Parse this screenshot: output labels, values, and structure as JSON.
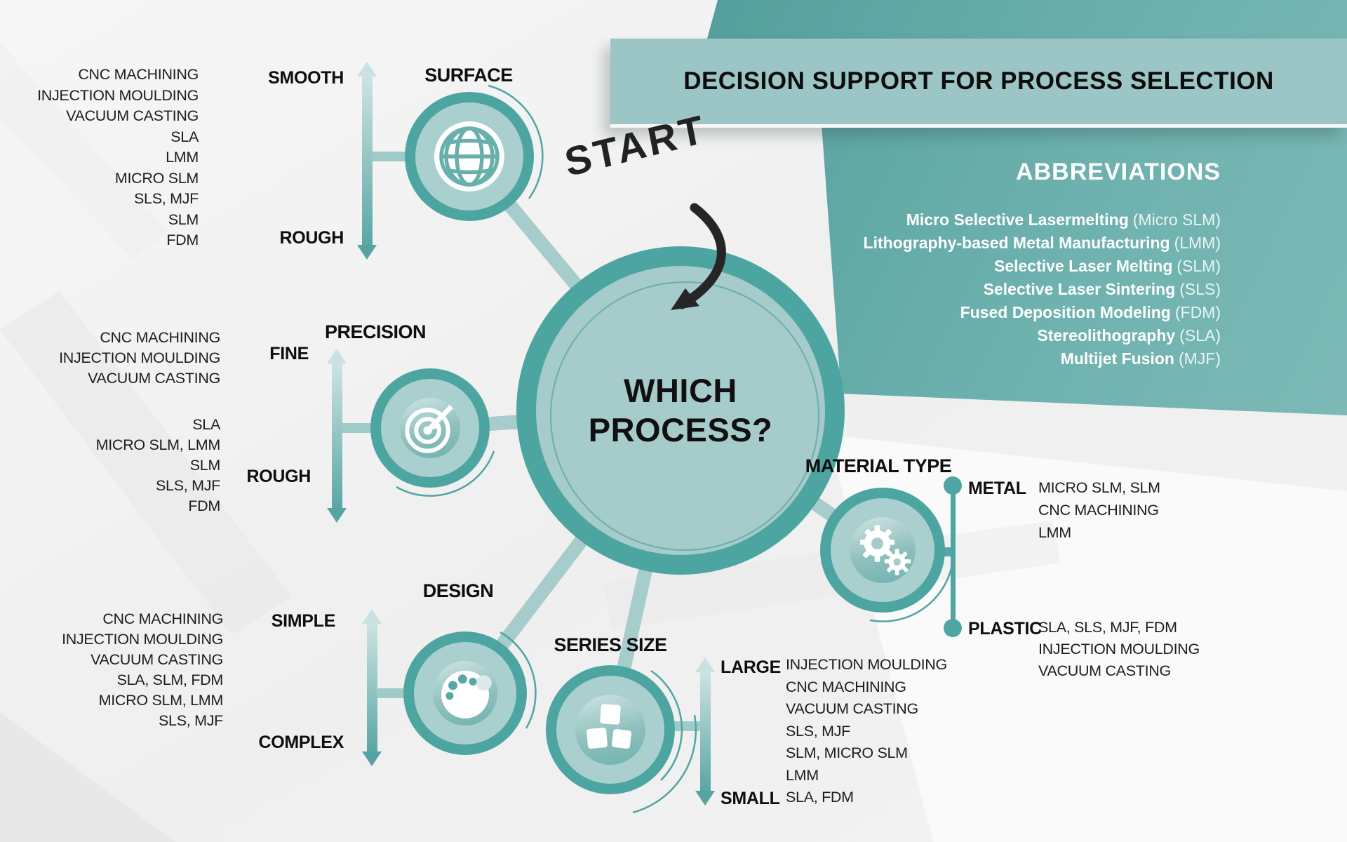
{
  "header": {
    "title": "DECISION SUPPORT FOR PROCESS SELECTION"
  },
  "abbreviations": {
    "title": "ABBREVIATIONS",
    "items": [
      {
        "name": "Micro Selective Lasermelting",
        "abbr": "(Micro SLM)"
      },
      {
        "name": "Lithography-based Metal Manufacturing",
        "abbr": "(LMM)"
      },
      {
        "name": "Selective Laser Melting",
        "abbr": "(SLM)"
      },
      {
        "name": "Selective Laser Sintering",
        "abbr": "(SLS)"
      },
      {
        "name": "Fused Deposition Modeling",
        "abbr": "(FDM)"
      },
      {
        "name": "Stereolithography",
        "abbr": "(SLA)"
      },
      {
        "name": "Multijet Fusion",
        "abbr": "(MJF)"
      }
    ]
  },
  "center": {
    "start": "START",
    "line1": "WHICH",
    "line2": "PROCESS?"
  },
  "surface": {
    "title": "SURFACE",
    "high": "SMOOTH",
    "low": "ROUGH",
    "list": [
      "CNC MACHINING",
      "INJECTION MOULDING",
      "VACUUM CASTING",
      "SLA",
      "LMM",
      "MICRO SLM",
      "SLS, MJF",
      "SLM",
      "FDM"
    ]
  },
  "precision": {
    "title": "PRECISION",
    "high": "FINE",
    "low": "ROUGH",
    "fine_list": [
      "CNC MACHINING",
      "INJECTION MOULDING",
      "VACUUM CASTING"
    ],
    "rough_list": [
      "SLA",
      "MICRO SLM, LMM",
      "SLM",
      "SLS, MJF",
      "FDM"
    ]
  },
  "design": {
    "title": "DESIGN",
    "high": "SIMPLE",
    "low": "COMPLEX",
    "list": [
      "CNC MACHINING",
      "INJECTION MOULDING",
      "VACUUM CASTING",
      "SLA, SLM, FDM",
      "MICRO SLM, LMM",
      "SLS, MJF"
    ]
  },
  "series": {
    "title": "SERIES SIZE",
    "high": "LARGE",
    "low": "SMALL",
    "list": [
      "INJECTION MOULDING",
      "CNC MACHINING",
      "VACUUM CASTING",
      "SLS, MJF",
      "SLM, MICRO SLM",
      "LMM",
      "SLA, FDM"
    ]
  },
  "material": {
    "title": "MATERIAL TYPE",
    "metal_label": "METAL",
    "metal_list": [
      "MICRO SLM, SLM",
      "CNC MACHINING",
      "LMM"
    ],
    "plastic_label": "PLASTIC",
    "plastic_list": [
      "SLA, SLS, MJF, FDM",
      "INJECTION MOULDING",
      "VACUUM CASTING"
    ]
  },
  "icons": {
    "surface": "globe-icon",
    "precision": "target-icon",
    "design": "palette-icon",
    "series": "cubes-icon",
    "material": "gears-icon",
    "start": "curved-arrow-icon"
  },
  "colors": {
    "teal_ring": "#4da5a2",
    "teal_light_ring": "#a9cfce",
    "connector": "#a6cccb",
    "panel": "#68aeab",
    "banner": "#9cc6c5",
    "text": "#1a1a1a",
    "white": "#ffffff"
  }
}
